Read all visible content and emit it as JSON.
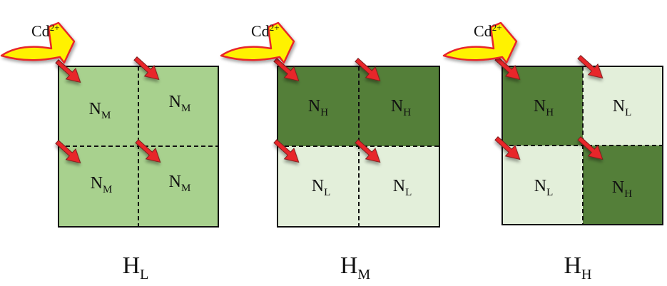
{
  "cd_label": {
    "base": "Cd",
    "charge": "2+"
  },
  "colors": {
    "high": "#547f39",
    "medium": "#a8d18e",
    "low": "#e3efda",
    "border": "#111111",
    "arrow_fill": "#e8262a",
    "arrow_stroke": "#7a1f1f",
    "cd_fill": "#fff200",
    "cd_stroke": "#e8262a"
  },
  "panels": [
    {
      "title": {
        "base": "H",
        "sub": "L"
      },
      "division": "cross",
      "cells": [
        {
          "base": "N",
          "sub": "M",
          "level": "medium"
        },
        {
          "base": "N",
          "sub": "M",
          "level": "medium"
        },
        {
          "base": "N",
          "sub": "M",
          "level": "medium"
        },
        {
          "base": "N",
          "sub": "M",
          "level": "medium"
        }
      ]
    },
    {
      "title": {
        "base": "H",
        "sub": "M"
      },
      "division": "cross",
      "cells": [
        {
          "base": "N",
          "sub": "H",
          "level": "high"
        },
        {
          "base": "N",
          "sub": "H",
          "level": "high"
        },
        {
          "base": "N",
          "sub": "L",
          "level": "low"
        },
        {
          "base": "N",
          "sub": "L",
          "level": "low"
        }
      ]
    },
    {
      "title": {
        "base": "H",
        "sub": "H"
      },
      "division": "offset",
      "cells": [
        {
          "base": "N",
          "sub": "H",
          "level": "high"
        },
        {
          "base": "N",
          "sub": "L",
          "level": "low"
        },
        {
          "base": "N",
          "sub": "L",
          "level": "low"
        },
        {
          "base": "N",
          "sub": "H",
          "level": "high"
        }
      ]
    }
  ]
}
